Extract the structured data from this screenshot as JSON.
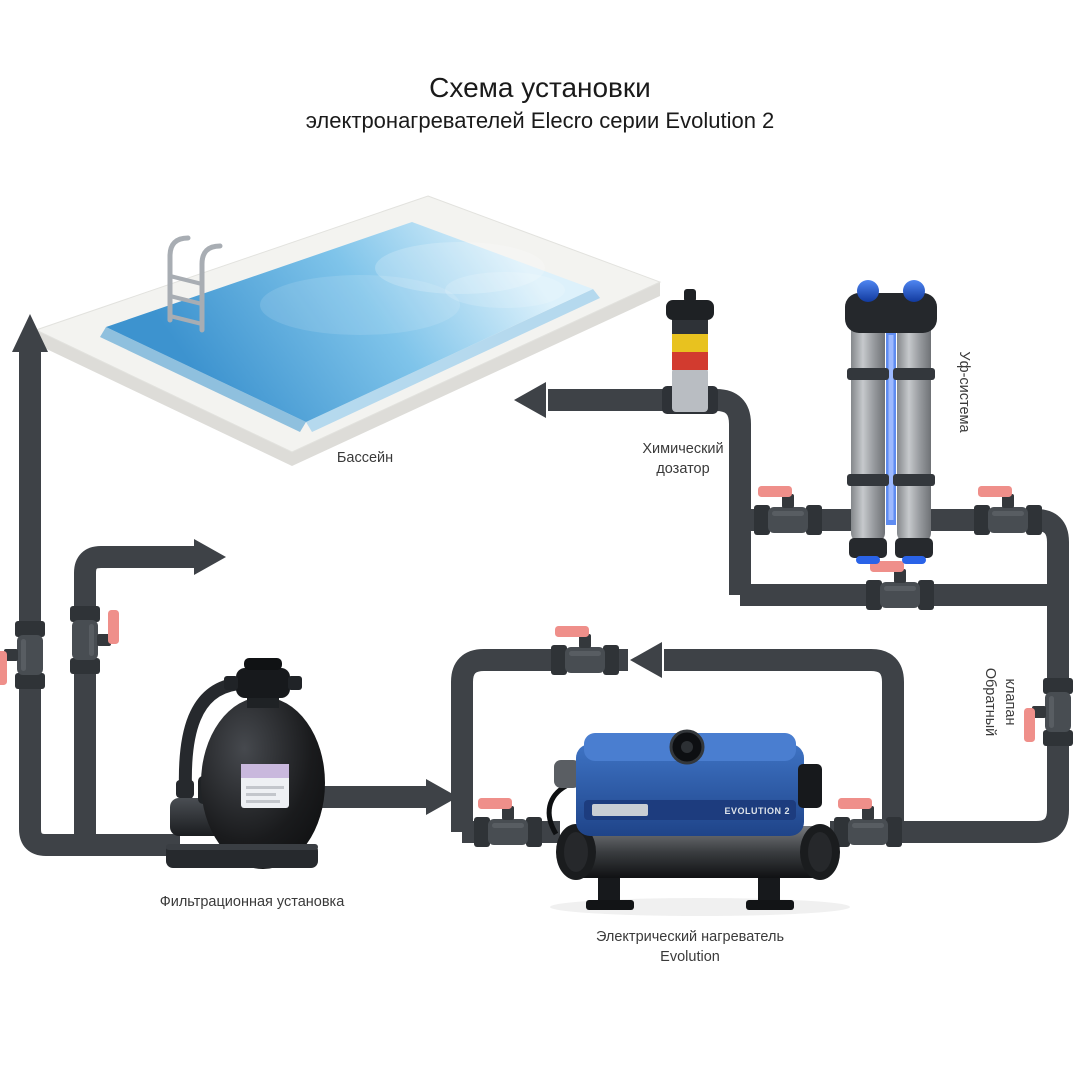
{
  "title": {
    "line1": "Схема установки",
    "line2": "электронагревателей Elecro серии Evolution 2"
  },
  "components": {
    "pool": {
      "label": "Бассейн"
    },
    "chemical_doser": {
      "label_line1": "Химический",
      "label_line2": "дозатор"
    },
    "uv_system": {
      "label": "Уф-система"
    },
    "check_valve": {
      "label_line1": "Обратный",
      "label_line2": "клапан"
    },
    "filtration_unit": {
      "label": "Фильтрационная установка"
    },
    "heater": {
      "label_line1": "Электрический нагреватель",
      "label_line2": "Evolution",
      "badge": "EVOLUTION 2"
    }
  },
  "colors": {
    "pipe": "#3e4247",
    "valve_handle": "#ef8f8a",
    "heater_blue": "#2f5cae",
    "water_deep": "#3d93cf",
    "water_light": "#ddf1fb",
    "uv_cap_blue": "#2a63e8",
    "dosator_yellow": "#e8c21f",
    "dosator_red": "#d23b2f",
    "background": "#ffffff"
  }
}
